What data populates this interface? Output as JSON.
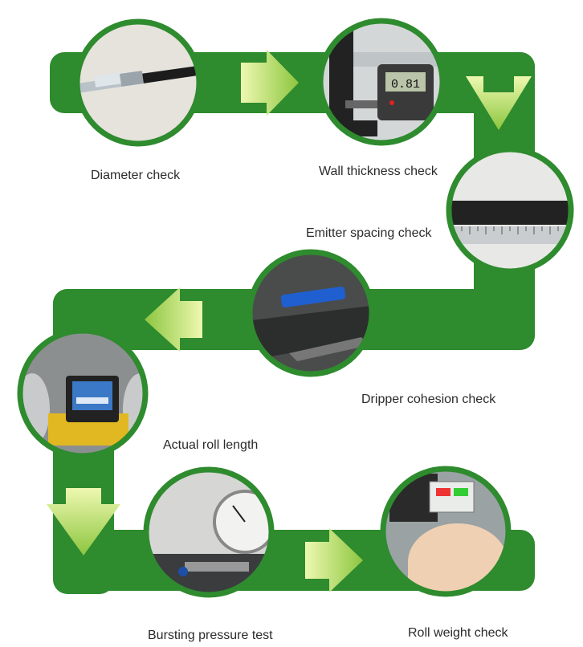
{
  "steps": [
    {
      "label": "Diameter check",
      "photo": "tube-diameter-photo"
    },
    {
      "label": "Wall thickness check",
      "photo": "micrometer-photo"
    },
    {
      "label": "Emitter spacing check",
      "photo": "ruler-tube-photo"
    },
    {
      "label": "Dripper cohesion check",
      "photo": "dripper-photo"
    },
    {
      "label": "Actual roll length",
      "photo": "length-counter-photo"
    },
    {
      "label": "Bursting pressure test",
      "photo": "pressure-gauge-photo"
    },
    {
      "label": "Roll weight check",
      "photo": "scale-roll-photo"
    }
  ],
  "micrometer": {
    "display": "0.81"
  },
  "colors": {
    "band": "#2e8b2e",
    "arrow_light": "#d8f08a",
    "arrow_dark": "#8cc63f",
    "ring": "#2e8b2e"
  }
}
